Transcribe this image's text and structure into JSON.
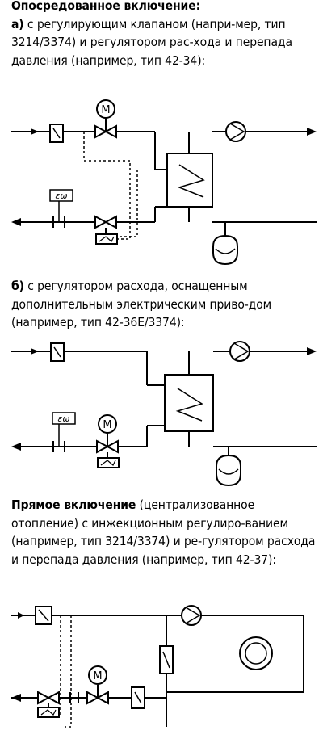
{
  "section1": {
    "heading": "Опосредованное включение:",
    "item_a_marker": "а)",
    "item_a_text": " с регулирующим клапаном (напри-мер, тип 3214/3374) и регулятором рас-хода и перепада давления (например, тип 42-34):"
  },
  "section2": {
    "item_b_marker": "б)",
    "item_b_text": " с регулятором расхода, оснащенным дополнительным электрическим приво-дом (например, тип 42-36E/3374):"
  },
  "section3": {
    "heading_bold": "Прямое включение",
    "heading_text": " (централизованное отопление) с инжекционным регулиро-ванием (например, тип 3214/3374) и ре-гулятором расхода и перепада давления (например, тип 42-37):"
  },
  "symbols": {
    "motor_label": "M",
    "heat_meter_label": "εω"
  }
}
